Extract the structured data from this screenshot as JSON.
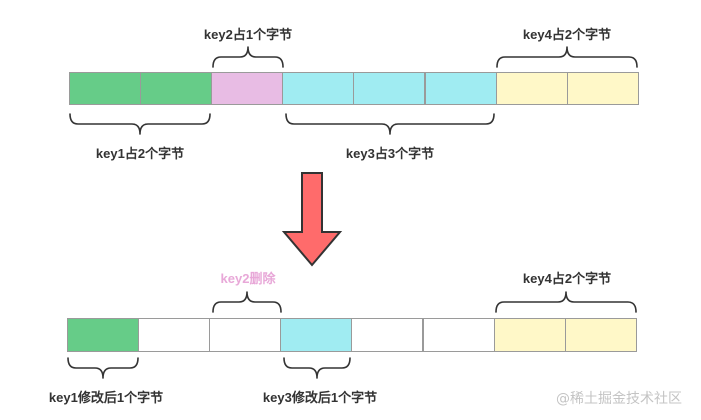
{
  "colors": {
    "key1": "#66cc88",
    "key2": "#e8bce4",
    "key3": "#a0ecf2",
    "key4": "#fff8c8",
    "empty": "#ffffff",
    "arrow_fill": "#ff6b6b",
    "arrow_stroke": "#333333",
    "brace": "#333333",
    "deleted_label": "#e8a8d8"
  },
  "top": {
    "cells": [
      "key1",
      "key1",
      "key2",
      "key3",
      "key3",
      "key3",
      "key4",
      "key4"
    ],
    "labels": {
      "key2": "key2占1个字节",
      "key4": "key4占2个字节",
      "key1": "key1占2个字节",
      "key3": "key3占3个字节"
    }
  },
  "bottom": {
    "cells": [
      "key1",
      "empty",
      "empty",
      "key3",
      "empty",
      "empty",
      "key4",
      "key4"
    ],
    "labels": {
      "key2_deleted": "key2删除",
      "key4": "key4占2个字节",
      "key1": "key1修改后1个字节",
      "key3": "key3修改后1个字节"
    }
  },
  "arrow": {
    "direction": "down"
  },
  "watermark": "@稀土掘金技术社区"
}
